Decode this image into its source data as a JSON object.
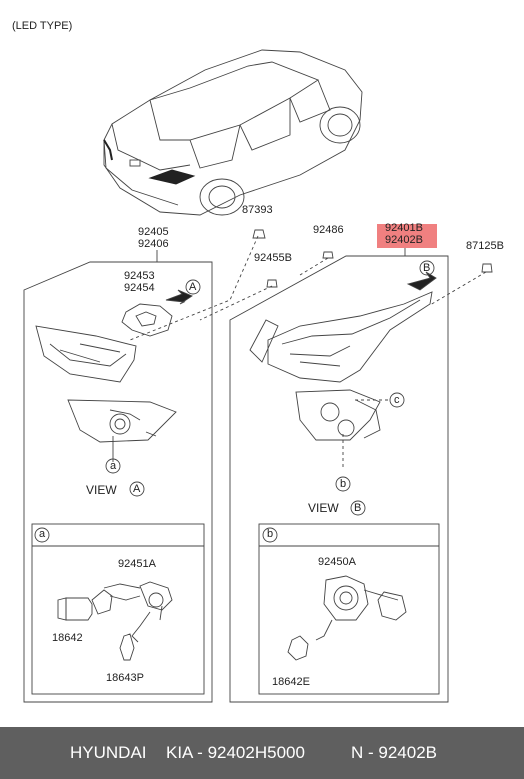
{
  "header": {
    "type_note": "(LED TYPE)"
  },
  "left_assembly": {
    "part_numbers": [
      "92405",
      "92406"
    ],
    "gasket_numbers": [
      "92453",
      "92454"
    ],
    "view_letter": "A",
    "view_label": "VIEW",
    "socket_letter": "a"
  },
  "right_assembly": {
    "part_numbers": [
      "92401B",
      "92402B"
    ],
    "view_letter": "B",
    "view_label": "VIEW",
    "socket_letter": "b",
    "connector_letter": "c"
  },
  "fasteners": {
    "upper_left": "87393",
    "middle": "92486",
    "lower_left": "92455B",
    "right": "87125B"
  },
  "detail_a": {
    "letter": "a",
    "holder": "92451A",
    "bulb_large": "18642",
    "bulb_small": "18643P"
  },
  "detail_b": {
    "letter": "b",
    "holder": "92450A",
    "bulb": "18642E"
  },
  "footer": {
    "brand": "HYUNDAI",
    "oem": "KIA - 92402H5000",
    "alt": "N - 92402B"
  },
  "colors": {
    "highlight": "#f08080",
    "footer_bg": "#5f5f5f",
    "line": "#444444"
  }
}
